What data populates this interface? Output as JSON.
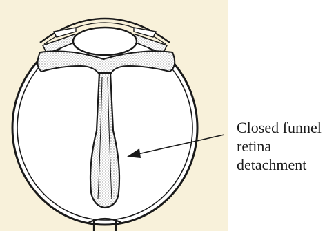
{
  "colors": {
    "background": "#ffffff",
    "panel_background": "#f8f1da",
    "ink": "#1a1a1a",
    "fill": "#ffffff",
    "stipple": "#555555"
  },
  "annotation": {
    "lines": [
      "Closed funnel",
      "retina",
      "detachment"
    ]
  }
}
